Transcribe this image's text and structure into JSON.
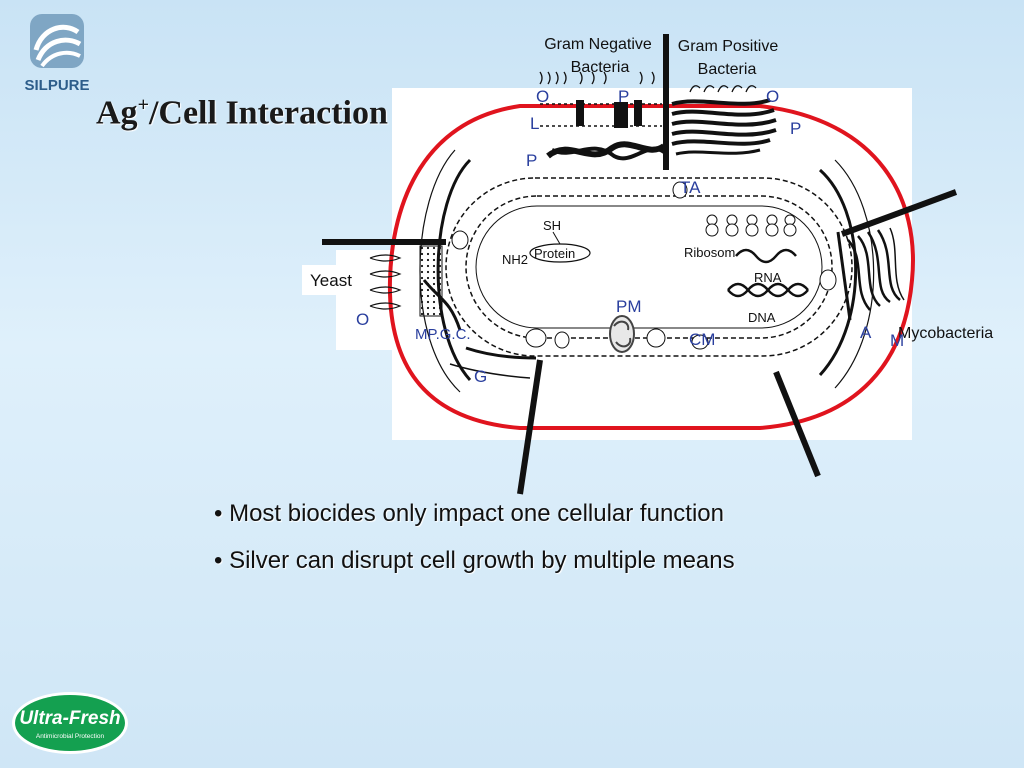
{
  "brand": {
    "top_logo_text": "SILPURE",
    "bottom_logo_text": "Ultra-Fresh",
    "bottom_logo_tagline": "Antimicrobial Protection",
    "accent_green": "#14a050",
    "accent_blue": "#2c64a0"
  },
  "slide": {
    "title_main": "Ag",
    "title_sup": "+",
    "title_rest": "/Cell Interaction",
    "bullets": [
      "• Most biocides only impact one cellular function",
      "• Silver can disrupt cell growth by multiple means"
    ]
  },
  "diagram": {
    "gram_negative_line1": "Gram Negative",
    "gram_negative_line2": "Bacteria",
    "gram_positive_line1": "Gram Positive",
    "gram_positive_line2": "Bacteria",
    "yeast": "Yeast",
    "mycobacteria": "Mycobacteria",
    "label_o_left": "O",
    "label_p_top": "P",
    "label_o_right": "O",
    "label_l": "L",
    "label_p_left": "P",
    "label_p_right": "P",
    "label_ta": "TA",
    "label_o_yeast": "O",
    "label_mpgc": "MP.G.C.",
    "label_g": "G",
    "label_pm": "PM",
    "label_cm": "CM",
    "label_a": "A",
    "label_m": "M",
    "sh": "SH",
    "nh2": "NH2",
    "protein": "Protein",
    "ribosom": "Ribosom",
    "rna": "RNA",
    "dna": "DNA",
    "blue_label_color": "#2a3f9e",
    "wall_red": "#e0141e"
  }
}
